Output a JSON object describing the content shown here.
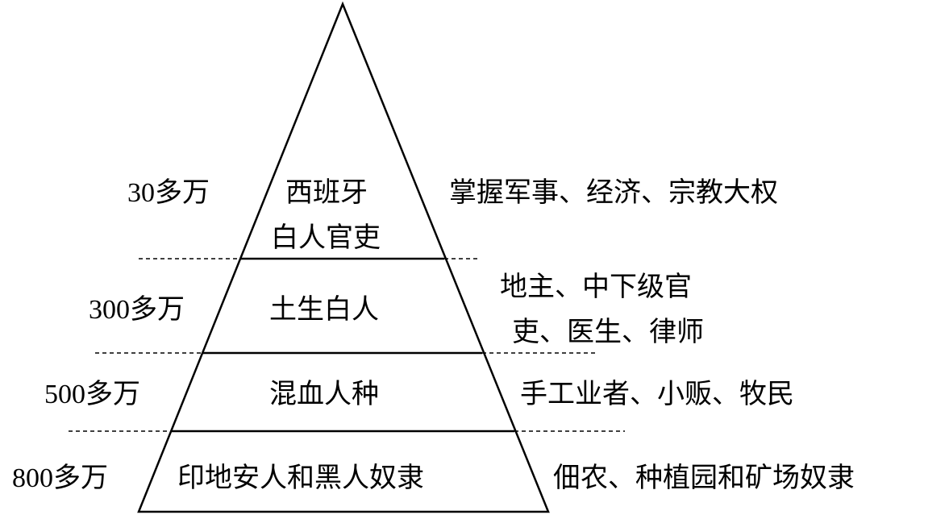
{
  "levels": [
    {
      "population": "30多万",
      "group_line1": "西班牙",
      "group_line2": "白人官吏",
      "role_line1": "掌握军事、经济、宗教大权"
    },
    {
      "population": "300多万",
      "group_line1": "土生白人",
      "role_line1": "地主、中下级官",
      "role_line2": "吏、医生、律师"
    },
    {
      "population": "500多万",
      "group_line1": "混血人种",
      "role_line1": "手工业者、小贩、牧民"
    },
    {
      "population": "800多万",
      "group_line1": "印地安人和黑人奴隶",
      "role_line1": "佃农、种植园和矿场奴隶"
    }
  ]
}
